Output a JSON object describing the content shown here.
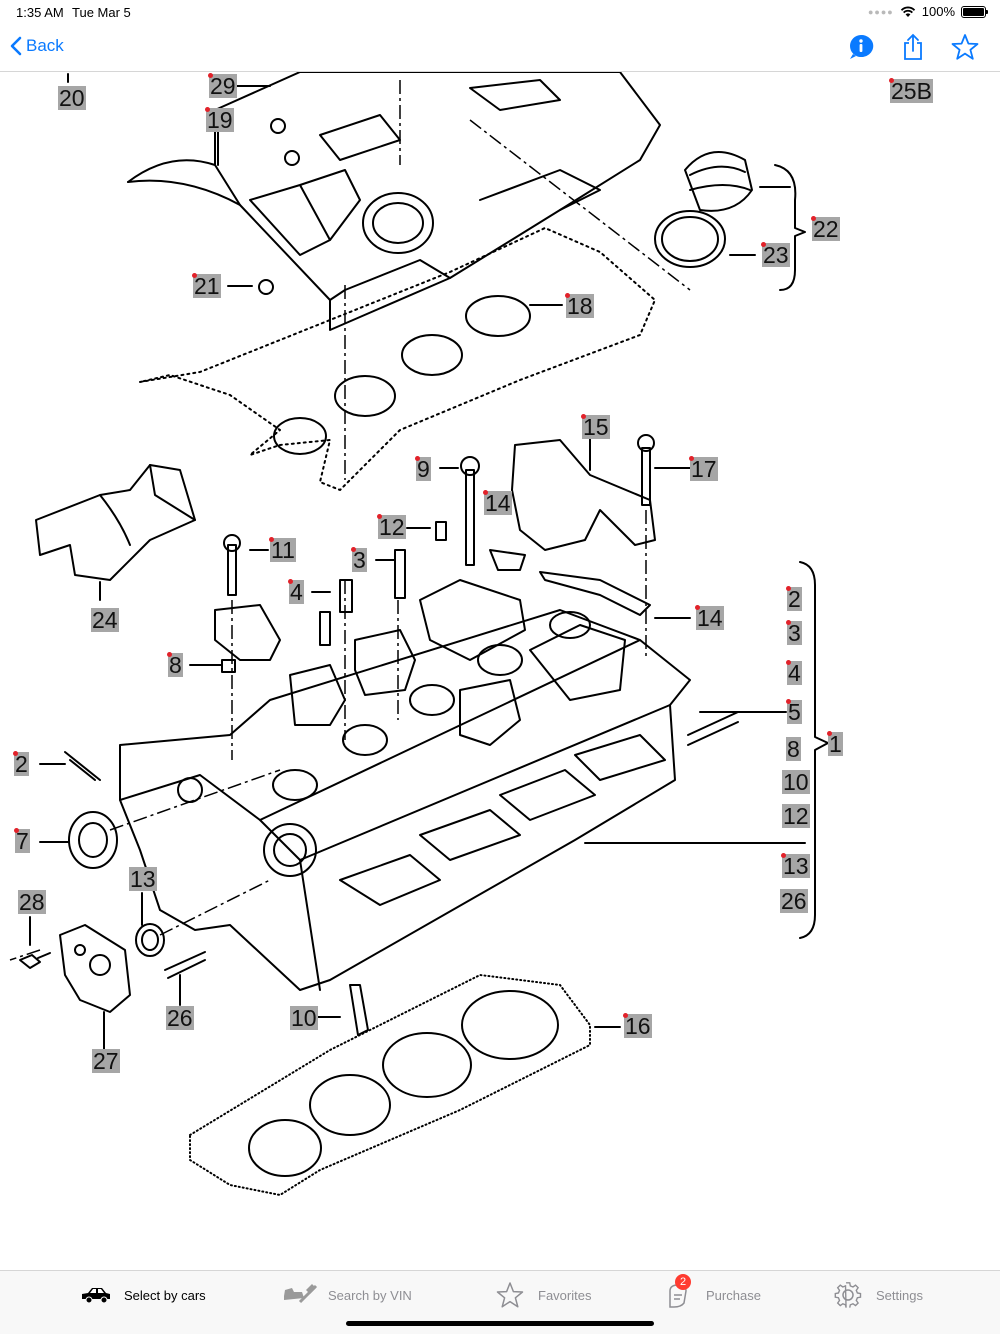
{
  "status_bar": {
    "time": "1:35 AM",
    "date": "Tue Mar 5",
    "battery": "100%"
  },
  "nav": {
    "back_label": "Back"
  },
  "diagram": {
    "callouts": [
      "20",
      "29",
      "19",
      "25B",
      "21",
      "22",
      "23",
      "18",
      "15",
      "9",
      "17",
      "14",
      "12",
      "3",
      "11",
      "4",
      "24",
      "8",
      "14",
      "2",
      "3",
      "4",
      "5",
      "8",
      "10",
      "12",
      "13",
      "26",
      "1",
      "2",
      "7",
      "13",
      "28",
      "26",
      "27",
      "10",
      "16"
    ]
  },
  "tab_bar": {
    "tabs": [
      {
        "label": "Select by cars",
        "icon": "car-icon",
        "active": true
      },
      {
        "label": "Search by VIN",
        "icon": "vin-scanner-icon",
        "active": false
      },
      {
        "label": "Favorites",
        "icon": "star-icon",
        "active": false
      },
      {
        "label": "Purchase",
        "icon": "purchase-icon",
        "active": false,
        "badge": "2"
      },
      {
        "label": "Settings",
        "icon": "gear-icon",
        "active": false
      }
    ]
  },
  "colors": {
    "accent": "#0a7aff",
    "badge": "#ff3b30",
    "callout_bg": "#a6a6a6",
    "callout_pin": "#e2222a"
  }
}
